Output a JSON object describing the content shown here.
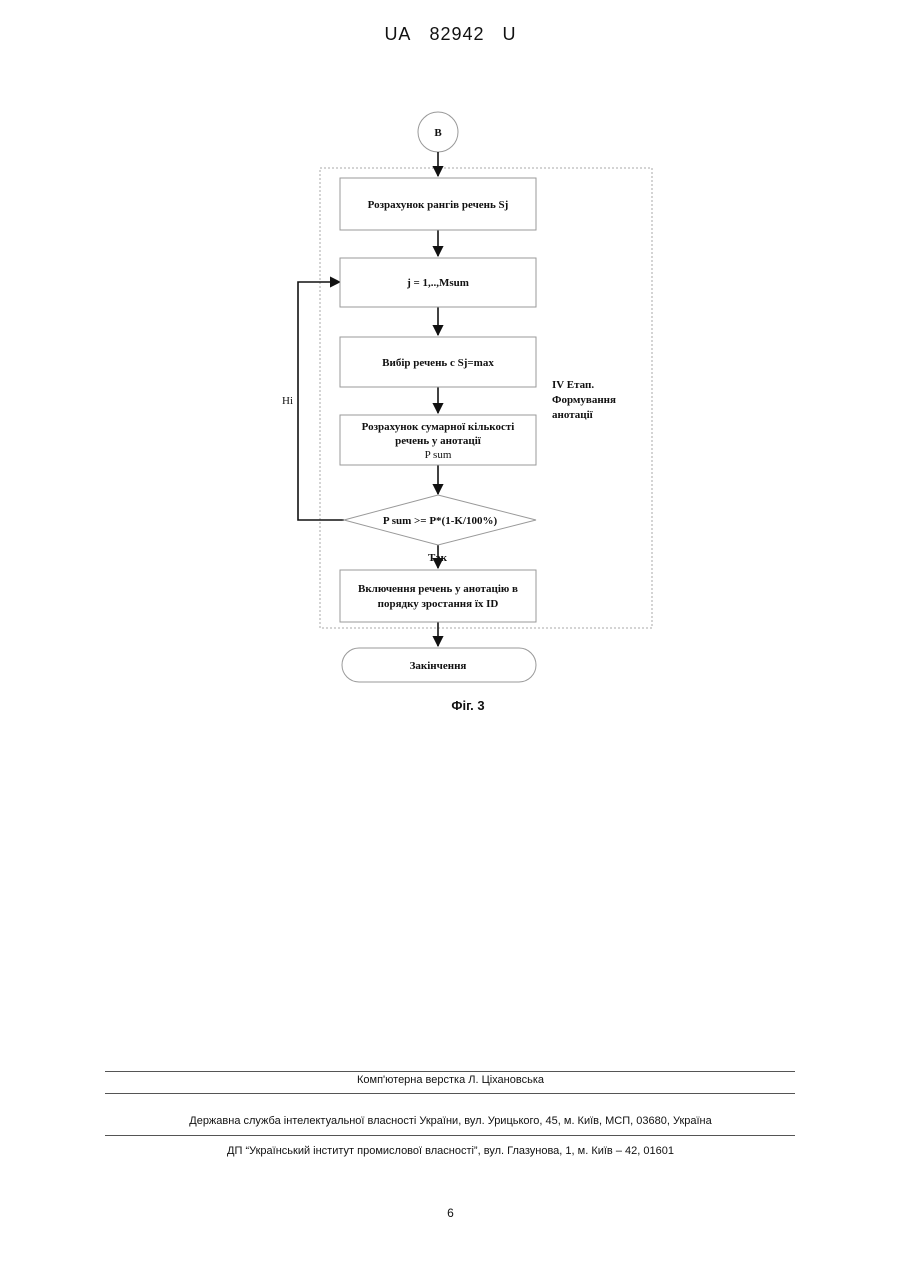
{
  "header": {
    "country": "UA",
    "number": "82942",
    "kind": "U"
  },
  "flowchart": {
    "connector": "В",
    "steps": [
      {
        "lines": [
          "Розрахунок рангів речень Sj"
        ]
      },
      {
        "lines": [
          "j = 1,..,Msum"
        ]
      },
      {
        "lines": [
          "Вибір речень с Sj=max"
        ]
      },
      {
        "lines": [
          "Розрахунок сумарної кількості",
          "речень у анотації",
          "P sum"
        ]
      }
    ],
    "decision": "P sum >= P*(1-K/100%)",
    "no_label": "Ні",
    "yes_label": "Так",
    "final_step": [
      "Включення речень у анотацію в",
      "порядку зростання їх ID"
    ],
    "terminator": "Закінчення",
    "stage_label": [
      "IV Етап.",
      "Формування",
      "анотації"
    ],
    "caption": "Фіг. 3"
  },
  "footer": {
    "layout_credit": "Комп'ютерна верстка Л. Ціхановська",
    "agency": "Державна служба інтелектуальної власності України, вул. Урицького, 45, м. Київ, МСП, 03680, Україна",
    "institute": "ДП “Український інститут промислової власності”, вул. Глазунова, 1, м. Київ – 42, 01601",
    "page": "6"
  }
}
